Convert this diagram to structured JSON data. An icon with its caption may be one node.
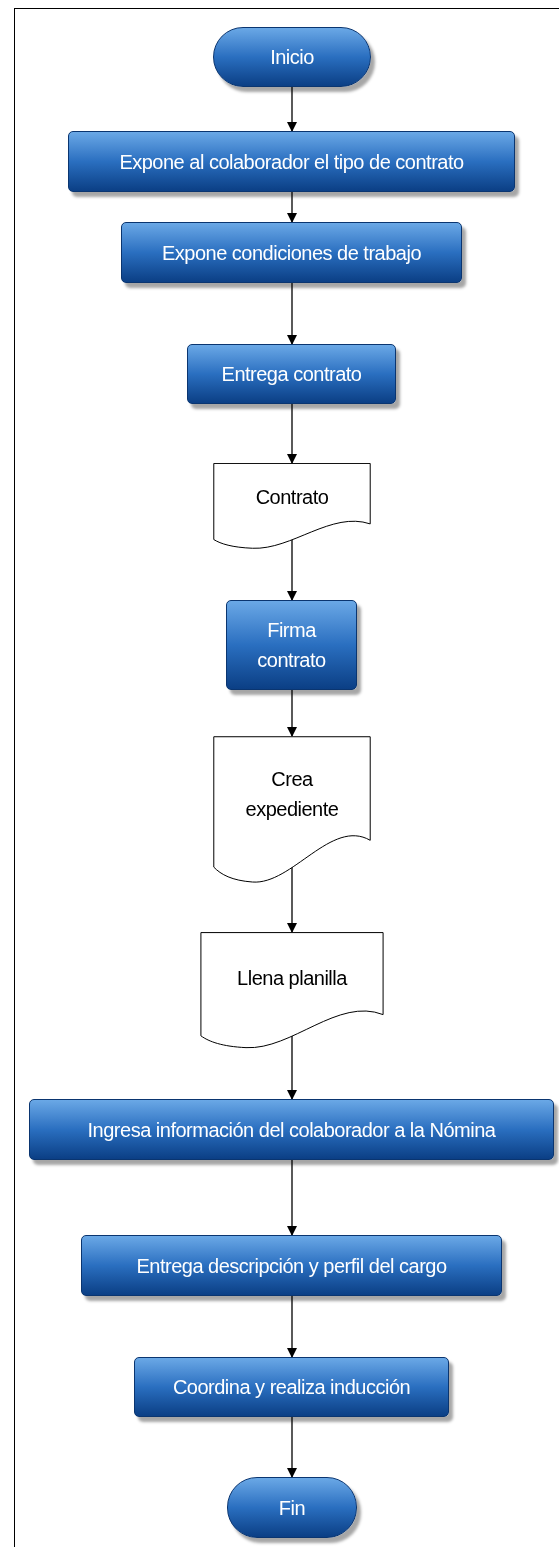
{
  "diagram": {
    "nodes": [
      {
        "text": [
          "Inicio"
        ]
      },
      {
        "text": [
          "Expone al colaborador el tipo de contrato"
        ]
      },
      {
        "text": [
          "Expone condiciones de trabajo"
        ]
      },
      {
        "text": [
          "Entrega contrato"
        ]
      },
      {
        "text": [
          "Contrato"
        ]
      },
      {
        "text": [
          "Firma contrato"
        ]
      },
      {
        "text": [
          "Crea expediente"
        ]
      },
      {
        "text": [
          "Llena planilla"
        ]
      },
      {
        "text": [
          "Ingresa información del colaborador a la Nómina"
        ]
      },
      {
        "text": [
          "Entrega descripción y perfil del cargo"
        ]
      },
      {
        "text": [
          "Coordina y realiza inducción"
        ]
      },
      {
        "text": [
          "Fin"
        ]
      }
    ],
    "edges": [
      {
        "from": 0,
        "to": 1,
        "arrow": "to"
      },
      {
        "from": 1,
        "to": 2,
        "arrow": "to"
      },
      {
        "from": 2,
        "to": 3,
        "arrow": "to"
      },
      {
        "from": 3,
        "to": 4,
        "arrow": "to"
      },
      {
        "from": 4,
        "to": 5,
        "arrow": "to"
      },
      {
        "from": 5,
        "to": 6,
        "arrow": "to"
      },
      {
        "from": 6,
        "to": 7,
        "arrow": "to"
      },
      {
        "from": 7,
        "to": 8,
        "arrow": "to"
      },
      {
        "from": 8,
        "to": 9,
        "arrow": "to"
      },
      {
        "from": 9,
        "to": 10,
        "arrow": "to"
      },
      {
        "from": 10,
        "to": 11,
        "arrow": "to"
      }
    ]
  }
}
